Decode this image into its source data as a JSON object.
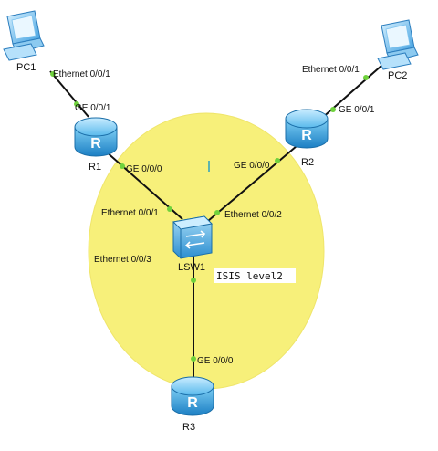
{
  "area": {
    "color": "#f7f07a"
  },
  "annotation": "ISIS level2",
  "devices": {
    "pc1": {
      "name": "PC1"
    },
    "pc2": {
      "name": "PC2"
    },
    "r1": {
      "name": "R1"
    },
    "r2": {
      "name": "R2"
    },
    "r3": {
      "name": "R3"
    },
    "lsw1": {
      "name": "LSW1"
    }
  },
  "ports": {
    "pc1_eth": "Ethernet 0/0/1",
    "r1_ge001": "GE 0/0/1",
    "r1_ge000": "GE 0/0/0",
    "lsw_eth001": "Ethernet 0/0/1",
    "lsw_eth002": "Ethernet 0/0/2",
    "lsw_eth003": "Ethernet 0/0/3",
    "r2_ge000": "GE 0/0/0",
    "r2_ge001": "GE 0/0/1",
    "pc2_eth": "Ethernet 0/0/1",
    "r3_ge000": "GE 0/0/0"
  },
  "colors": {
    "link": "#111111",
    "port_dot": "#6fd23c",
    "router_blue": "#2f9fdc",
    "pc_blue": "#4aa8e8"
  }
}
